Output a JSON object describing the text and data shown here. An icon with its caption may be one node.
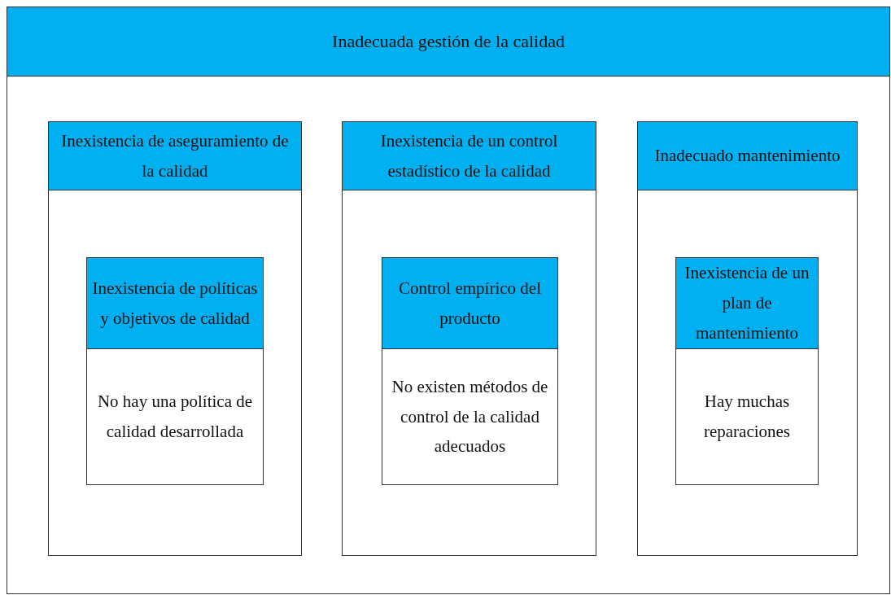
{
  "diagram": {
    "nodes": [
      {
        "text": [
          "Inadecuada gestión de la calidad"
        ]
      },
      {
        "text": [
          "Inexistencia de aseguramiento de la calidad"
        ],
        "in": 0
      },
      {
        "text": [
          "Inexistencia de políticas y objetivos de calidad",
          "No hay una política de calidad desarrollada"
        ],
        "in": 1
      },
      {
        "text": [
          "Inexistencia de un control estadístico de la calidad"
        ],
        "in": 0
      },
      {
        "text": [
          "Control empírico del producto",
          "No existen métodos de control de la calidad adecuados"
        ],
        "in": 3
      },
      {
        "text": [
          "Inadecuado mantenimiento"
        ],
        "in": 0
      },
      {
        "text": [
          "Inexistencia de un plan de mantenimiento",
          "Hay muchas reparaciones"
        ],
        "in": 5
      }
    ]
  }
}
